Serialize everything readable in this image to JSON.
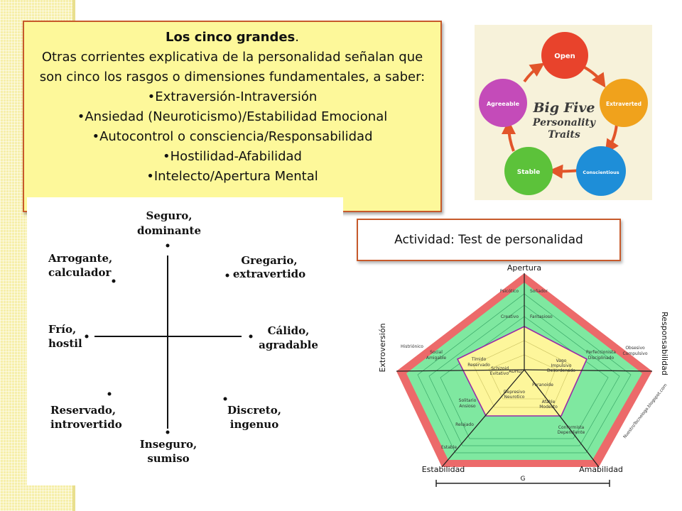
{
  "slide": {
    "heading": "Los cinco grandes",
    "heading_punct": ".",
    "intro_line1": "Otras corrientes explicativa de la personalidad señalan que",
    "intro_line2": "son cinco los rasgos o dimensiones fundamentales, a saber:",
    "bullets": [
      "•Extraversión-Intraversión",
      "•Ansiedad (Neuroticismo)/Estabilidad Emocional",
      "•Autocontrol o consciencia/Responsabilidad",
      "•Hostilidad-Afabilidad",
      "•Intelecto/Apertura Mental"
    ]
  },
  "bigfive_image": {
    "title_line1": "Big Five",
    "title_line2": "Personality",
    "title_line3": "Traits",
    "traits": [
      "Open",
      "Extraverted",
      "Conscientious",
      "Stable",
      "Agreeable"
    ],
    "colors": {
      "open": "#e8432c",
      "extraverted": "#f0a21c",
      "conscientious": "#1e8ed8",
      "stable": "#5cc23a",
      "agreeable": "#c44bb9",
      "arrow": "#e2552a"
    }
  },
  "circumplex": {
    "top": [
      "Seguro,",
      "dominante"
    ],
    "top_right": [
      "Gregario,",
      "extravertido"
    ],
    "right": [
      "Cálido,",
      "agradable"
    ],
    "bottom_right": [
      "Discreto,",
      "ingenuo"
    ],
    "bottom": [
      "Inseguro,",
      "sumiso"
    ],
    "bottom_left": [
      "Reservado,",
      "introvertido"
    ],
    "left": [
      "Frío,",
      "hostil"
    ],
    "top_left": [
      "Arrogante,",
      "calculador"
    ]
  },
  "actividad_button": {
    "label": "Actividad: Test de personalidad"
  },
  "pentagon_chart": {
    "axes": [
      "Apertura",
      "Responsabilidad",
      "Amabilidad",
      "Estabilidad",
      "Extroversión"
    ],
    "bottom_label": "G",
    "watermark": "NuestroTecnologo.blogspot.com",
    "inner_terms": [
      "ADHD",
      "Schizoid",
      "Evitativo",
      "Tímido",
      "Reservado",
      "Vago",
      "Impulsivo",
      "Desordenado",
      "Perfeccionista",
      "Disciplinado",
      "Obsesivo",
      "Compulsivo",
      "Creativo",
      "Psicótico",
      "Fantasioso",
      "Soñador",
      "Histriónico",
      "Social",
      "Amigable",
      "Solitario",
      "Ansioso",
      "Relajado",
      "Estable",
      "Depresivo",
      "Neurotico",
      "Paranoide",
      "Conformista",
      "Dependiente",
      "Afable",
      "Modesto"
    ],
    "colors": {
      "outer": "#ec6a6a",
      "green": "#7fe8a0",
      "yellow": "#fdf69b",
      "axis": "#222222",
      "purple": "#9a2aa8"
    }
  }
}
